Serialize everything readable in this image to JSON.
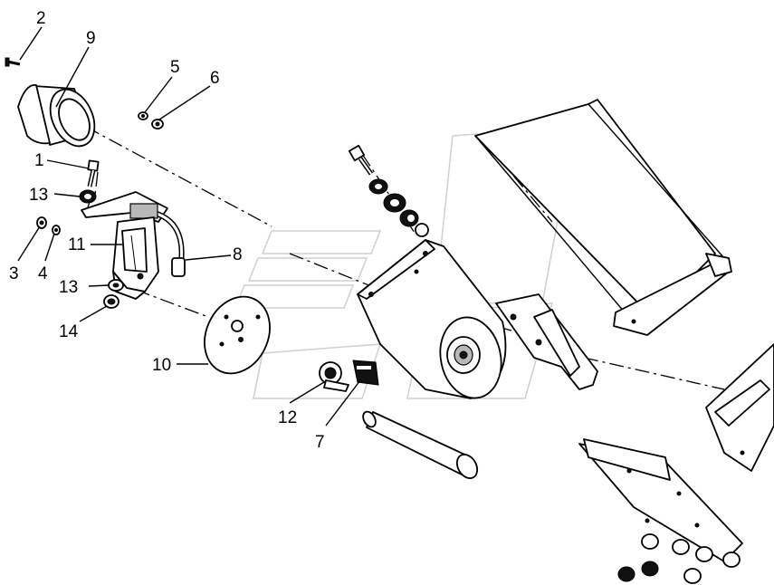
{
  "callouts": [
    {
      "id": "c2",
      "text": "2"
    },
    {
      "id": "c9",
      "text": "9"
    },
    {
      "id": "c5",
      "text": "5"
    },
    {
      "id": "c6",
      "text": "6"
    },
    {
      "id": "c1",
      "text": "1"
    },
    {
      "id": "c13a",
      "text": "13"
    },
    {
      "id": "c11",
      "text": "11"
    },
    {
      "id": "c8",
      "text": "8"
    },
    {
      "id": "c3",
      "text": "3"
    },
    {
      "id": "c4",
      "text": "4"
    },
    {
      "id": "c13b",
      "text": "13"
    },
    {
      "id": "c14",
      "text": "14"
    },
    {
      "id": "c10",
      "text": "10"
    },
    {
      "id": "c12",
      "text": "12"
    },
    {
      "id": "c7",
      "text": "7"
    }
  ],
  "parts": [
    {
      "number": "1",
      "icon": "bolt-icon"
    },
    {
      "number": "2",
      "icon": "screw-icon"
    },
    {
      "number": "3",
      "icon": "nut-icon"
    },
    {
      "number": "4",
      "icon": "washer-icon"
    },
    {
      "number": "5",
      "icon": "nut-icon"
    },
    {
      "number": "6",
      "icon": "washer-icon"
    },
    {
      "number": "7",
      "icon": "connector-icon"
    },
    {
      "number": "8",
      "icon": "cable-icon"
    },
    {
      "number": "9",
      "icon": "sensor-cover-icon"
    },
    {
      "number": "10",
      "icon": "disc-icon"
    },
    {
      "number": "11",
      "icon": "bracket-icon"
    },
    {
      "number": "12",
      "icon": "sensor-icon"
    },
    {
      "number": "13",
      "icon": "washer-icon"
    },
    {
      "number": "14",
      "icon": "nut-icon"
    }
  ],
  "colors": {
    "ink": "#000000",
    "background": "#ffffff",
    "watermark": "#cfcfcf"
  }
}
